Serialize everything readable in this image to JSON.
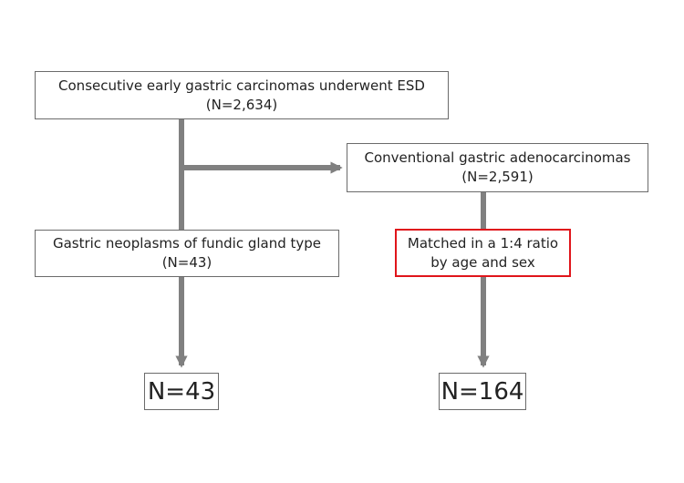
{
  "diagram": {
    "nodes": {
      "total": {
        "line1": "Consecutive early gastric carcinomas underwent ESD",
        "line2": "(N=2,634)"
      },
      "conventional": {
        "line1": "Conventional gastric adenocarcinomas",
        "line2": "(N=2,591)"
      },
      "fundic": {
        "line1": "Gastric neoplasms of fundic gland type",
        "line2": "(N=43)"
      },
      "matched": {
        "line1": "Matched in a 1:4 ratio",
        "line2": "by age and sex"
      },
      "result_fundic": {
        "text": "N=43"
      },
      "result_conventional": {
        "text": "N=164"
      }
    },
    "edges": [
      {
        "from": "total",
        "to": "fundic",
        "label": ""
      },
      {
        "from": "total",
        "to": "conventional",
        "label": ""
      },
      {
        "from": "conventional",
        "to": "matched",
        "label": ""
      },
      {
        "from": "fundic",
        "to": "result_fundic",
        "label": ""
      },
      {
        "from": "matched",
        "to": "result_conventional",
        "label": ""
      }
    ],
    "colors": {
      "arrow": "#808080",
      "box_border": "#6b6b6b",
      "highlight_border": "#e0151b",
      "text": "#222222"
    }
  }
}
